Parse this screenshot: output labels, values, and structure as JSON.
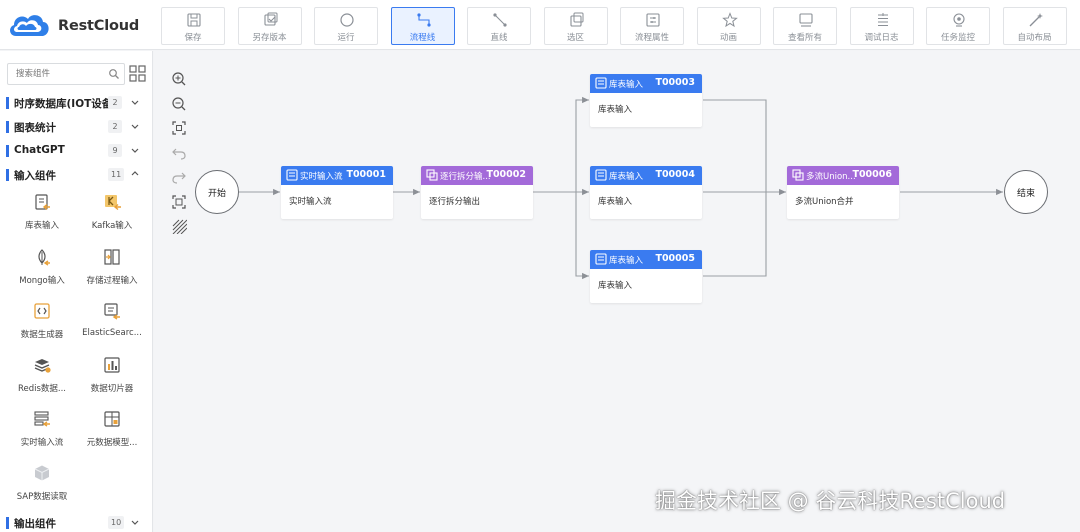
{
  "app": {
    "brand": "RestCloud",
    "watermark": "掘金技术社区 @ 谷云科技RestCloud"
  },
  "toolbar": [
    {
      "label": "保存",
      "icon": "save-icon"
    },
    {
      "label": "另存版本",
      "icon": "save-version-icon"
    },
    {
      "label": "运行",
      "icon": "run-icon"
    },
    {
      "label": "流程线",
      "icon": "flow-line-icon",
      "active": true
    },
    {
      "label": "直线",
      "icon": "straight-line-icon"
    },
    {
      "label": "选区",
      "icon": "select-area-icon"
    },
    {
      "label": "流程属性",
      "icon": "flow-properties-icon"
    },
    {
      "label": "动画",
      "icon": "animation-icon"
    },
    {
      "label": "查看所有",
      "icon": "view-all-icon"
    },
    {
      "label": "调试日志",
      "icon": "debug-log-icon"
    },
    {
      "label": "任务监控",
      "icon": "task-monitor-icon"
    },
    {
      "label": "自动布局",
      "icon": "auto-layout-icon"
    }
  ],
  "sidebar": {
    "search_placeholder": "搜索组件",
    "categories": [
      {
        "name": "时序数据库(IOT设备)",
        "count": "2",
        "expanded": false
      },
      {
        "name": "图表统计",
        "count": "2",
        "expanded": false
      },
      {
        "name": "ChatGPT",
        "count": "9",
        "expanded": false
      },
      {
        "name": "输入组件",
        "count": "11",
        "expanded": true
      },
      {
        "name": "输出组件",
        "count": "10",
        "expanded": false
      }
    ],
    "components": [
      {
        "label": "库表输入",
        "icon": "table-input-icon"
      },
      {
        "label": "Kafka输入",
        "icon": "kafka-input-icon"
      },
      {
        "label": "Mongo输入",
        "icon": "mongo-input-icon"
      },
      {
        "label": "存储过程输入",
        "icon": "stored-procedure-input-icon"
      },
      {
        "label": "数据生成器",
        "icon": "data-generator-icon"
      },
      {
        "label": "ElasticSearc...",
        "icon": "elasticsearch-input-icon"
      },
      {
        "label": "Redis数据...",
        "icon": "redis-data-icon"
      },
      {
        "label": "数据切片器",
        "icon": "data-slicer-icon"
      },
      {
        "label": "实时输入流",
        "icon": "realtime-input-stream-icon"
      },
      {
        "label": "元数据模型...",
        "icon": "metadata-model-icon"
      },
      {
        "label": "SAP数据读取",
        "icon": "sap-data-read-icon"
      }
    ]
  },
  "canvas_tools": [
    "zoom-in-icon",
    "zoom-out-icon",
    "fit-view-icon",
    "undo-icon",
    "redo-icon",
    "fullscreen-icon",
    "grid-hatch-icon"
  ],
  "flow": {
    "start": "开始",
    "end": "结束",
    "nodes": [
      {
        "key": "n1",
        "title": "实时输入流",
        "id": "T00001",
        "body": "实时输入流",
        "color": "#3a7bf0"
      },
      {
        "key": "n2",
        "title": "逐行拆分输...",
        "id": "T00002",
        "body": "逐行拆分输出",
        "color": "#a36ad9"
      },
      {
        "key": "n3",
        "title": "库表输入",
        "id": "T00003",
        "body": "库表输入",
        "color": "#3a7bf0"
      },
      {
        "key": "n4",
        "title": "库表输入",
        "id": "T00004",
        "body": "库表输入",
        "color": "#3a7bf0"
      },
      {
        "key": "n5",
        "title": "库表输入",
        "id": "T00005",
        "body": "库表输入",
        "color": "#3a7bf0"
      },
      {
        "key": "n6",
        "title": "多流Union...",
        "id": "T00006",
        "body": "多流Union合并",
        "color": "#a36ad9"
      }
    ]
  }
}
